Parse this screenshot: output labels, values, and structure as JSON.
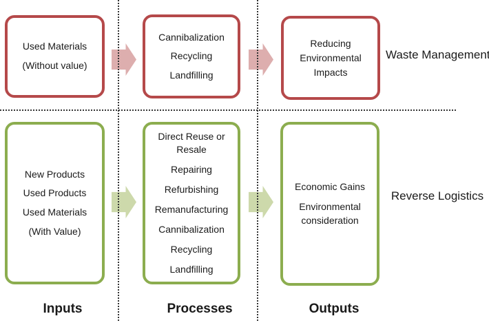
{
  "colors": {
    "waste_border": "#b5494a",
    "waste_arrow": "#ddaeae",
    "reverse_border": "#8cad4f",
    "reverse_arrow": "#cdd9ab",
    "divider": "#333333",
    "text": "#1a1a1a"
  },
  "rows": [
    {
      "label": "Waste Management",
      "input_box": {
        "items": [
          "Used Materials",
          "(Without value)"
        ]
      },
      "process_box": {
        "items": [
          "Cannibalization",
          "Recycling",
          "Landfilling"
        ]
      },
      "output_box": {
        "items": [
          "Reducing Environmental Impacts"
        ]
      }
    },
    {
      "label": "Reverse Logistics",
      "input_box": {
        "items": [
          "New Products",
          "Used Products",
          "Used Materials",
          "(With Value)"
        ]
      },
      "process_box": {
        "items": [
          "Direct Reuse or Resale",
          "Repairing",
          "Refurbishing",
          "Remanufacturing",
          "Cannibalization",
          "Recycling",
          "Landfilling"
        ]
      },
      "output_box": {
        "items": [
          "Economic Gains",
          "Environmental consideration"
        ]
      }
    }
  ],
  "column_labels": [
    "Inputs",
    "Processes",
    "Outputs"
  ]
}
